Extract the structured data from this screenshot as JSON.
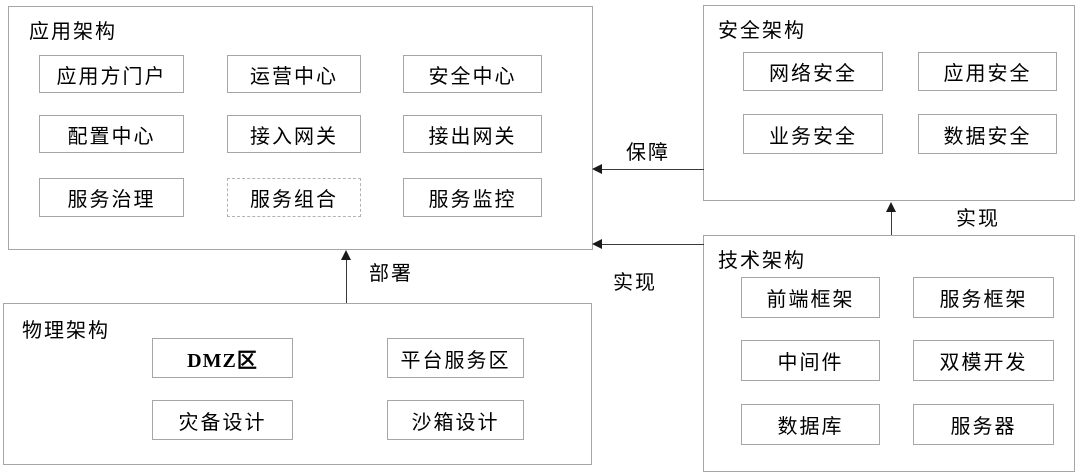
{
  "diagram": {
    "background": "#ffffff",
    "box_border_color": "#a6a6a6",
    "dashed_box_border_color": "#b3b3b3",
    "arrow_color": "#3a3a3a",
    "text_color": "#000000"
  },
  "groups": [
    {
      "title": "应用架构",
      "items": [
        [
          "应用方门户",
          "运营中心",
          "安全中心"
        ],
        [
          "配置中心",
          "接入网关",
          "接出网关"
        ],
        [
          "服务治理",
          "服务组合",
          "服务监控"
        ]
      ]
    },
    {
      "title": "安全架构",
      "items": [
        [
          "网络安全",
          "应用安全"
        ],
        [
          "业务安全",
          "数据安全"
        ]
      ]
    },
    {
      "title": "技术架构",
      "items": [
        [
          "前端框架",
          "服务框架"
        ],
        [
          "中间件",
          "双模开发"
        ],
        [
          "数据库",
          "服务器"
        ]
      ]
    },
    {
      "title": "物理架构",
      "items": [
        [
          "DMZ区",
          "平台服务区"
        ],
        [
          "灾备设计",
          "沙箱设计"
        ]
      ]
    }
  ],
  "arrows": [
    {
      "label": "保障",
      "from": "安全架构",
      "to": "应用架构",
      "direction": "left"
    },
    {
      "label": "实现",
      "from": "技术架构",
      "to": "应用架构",
      "direction": "left"
    },
    {
      "label": "实现",
      "from": "技术架构",
      "to": "安全架构",
      "direction": "up"
    },
    {
      "label": "部署",
      "from": "物理架构",
      "to": "应用架构",
      "direction": "up"
    }
  ]
}
